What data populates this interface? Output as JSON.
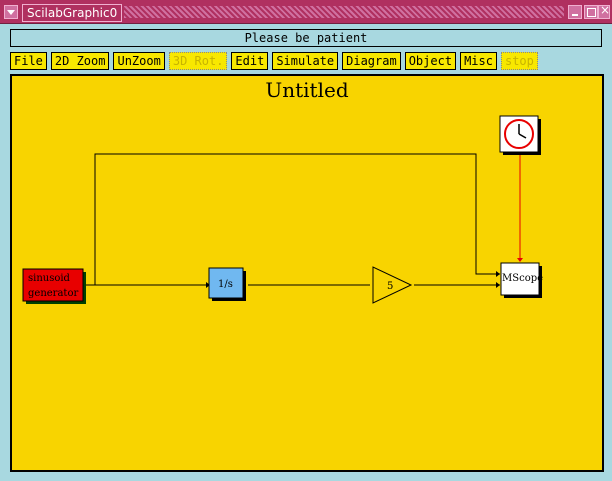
{
  "window": {
    "title": "ScilabGraphic0"
  },
  "status": {
    "message": "Please be patient"
  },
  "toolbar": [
    {
      "label": "File",
      "enabled": true
    },
    {
      "label": "2D Zoom",
      "enabled": true
    },
    {
      "label": "UnZoom",
      "enabled": true
    },
    {
      "label": "3D Rot.",
      "enabled": false
    },
    {
      "label": "Edit",
      "enabled": true
    },
    {
      "label": "Simulate",
      "enabled": true
    },
    {
      "label": "Diagram",
      "enabled": true
    },
    {
      "label": "Object",
      "enabled": true
    },
    {
      "label": "Misc",
      "enabled": true
    },
    {
      "label": "stop",
      "enabled": false
    }
  ],
  "diagram": {
    "title": "Untitled",
    "blocks": {
      "sine": {
        "line1": "sinusoid",
        "line2": "generator",
        "color": "#e80000"
      },
      "integrator": {
        "label": "1/s",
        "color": "#70b8f0"
      },
      "gain": {
        "label": "5"
      },
      "scope": {
        "label": "MScope"
      },
      "clock": {
        "icon": "clock-icon"
      }
    }
  }
}
